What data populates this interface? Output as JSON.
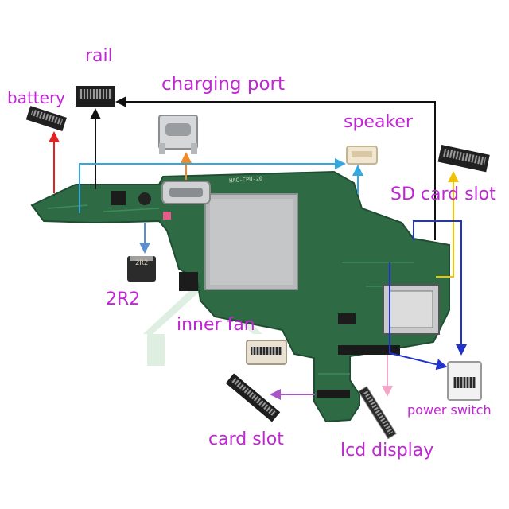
{
  "labels": {
    "rail": "rail",
    "battery": "battery",
    "charging_port": "charging port",
    "speaker": "speaker",
    "sd_card_slot": "SD card slot",
    "inductor_2r2": "2R2",
    "inner_fan": "inner fan",
    "power_switch": "power switch",
    "card_slot": "card slot",
    "lcd_display": "lcd display"
  },
  "chip_marking": "2R2",
  "board_marking": "HAC-CPU-20",
  "colors": {
    "label": "#c026d3",
    "pcb": "#2e6b45",
    "arrow_battery": "#e02424",
    "arrow_rail": "#111111",
    "arrow_charging": "#f08a24",
    "arrow_speaker": "#33a8e0",
    "arrow_sd": "#f2c200",
    "arrow_power": "#2233cc",
    "arrow_card": "#a855c7",
    "arrow_lcd": "#f4a6c8",
    "arrow_2r2": "#5b8fd0"
  },
  "icons": [
    "rail-connector-icon",
    "battery-connector-icon",
    "charging-port-icon",
    "speaker-connector-icon",
    "sd-card-connector-icon",
    "inductor-icon",
    "fan-connector-icon",
    "power-switch-connector-icon",
    "card-slot-connector-icon",
    "lcd-connector-icon",
    "motherboard-icon"
  ]
}
